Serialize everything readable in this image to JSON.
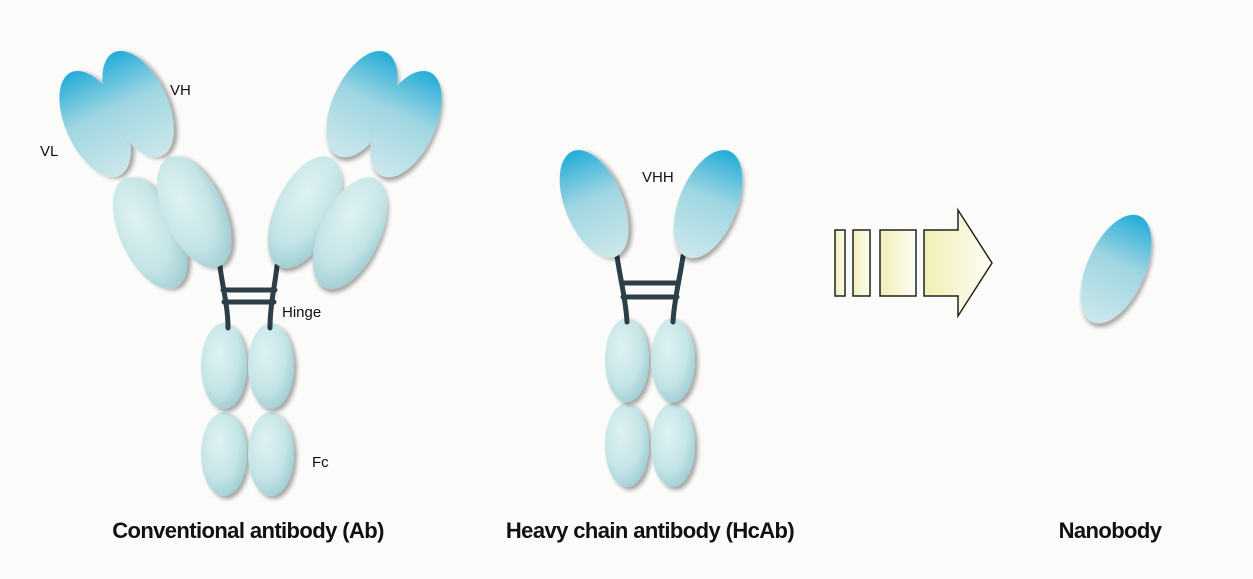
{
  "labels": {
    "vh": "VH",
    "vl": "VL",
    "hinge": "Hinge",
    "fc": "Fc",
    "vhh": "VHH"
  },
  "captions": {
    "conventional": "Conventional antibody (Ab)",
    "heavy_chain": "Heavy chain antibody (HcAb)",
    "nanobody": "Nanobody"
  },
  "colors": {
    "domain_light": "#d6eeef",
    "domain_mid": "#b9dfe3",
    "variable_tip": "#2bb0d8",
    "linker": "#2c3e47",
    "arrow_fill": "#f2f0b8",
    "background": "#fbfbf9"
  }
}
